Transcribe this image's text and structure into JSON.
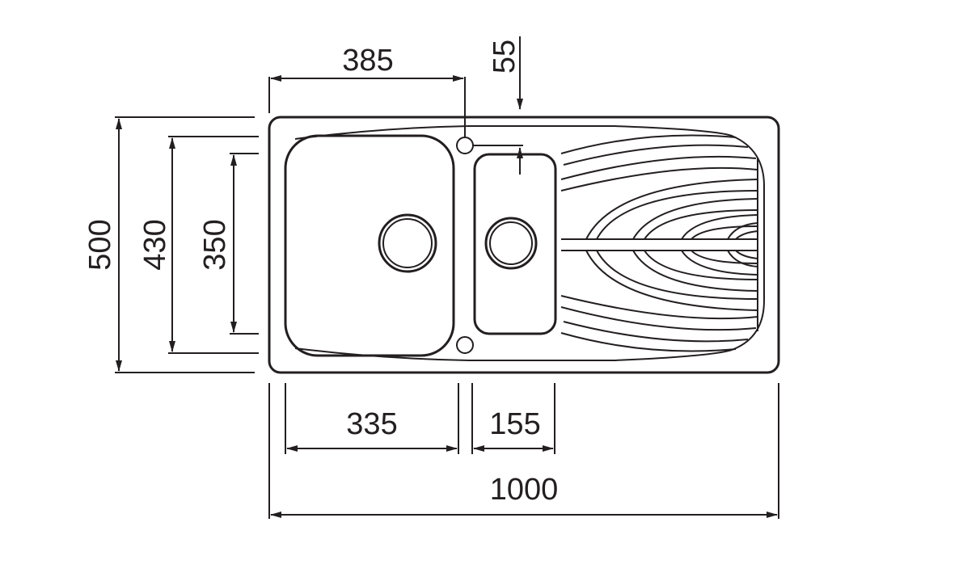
{
  "diagram": {
    "dimensions": {
      "bowl_offset_top": "385",
      "tap_hole_offset": "55",
      "overall_depth": "500",
      "bowl_depth": "430",
      "small_bowl_depth": "350",
      "main_bowl_width": "335",
      "small_bowl_width": "155",
      "overall_width": "1000"
    },
    "colors": {
      "line": "#231f20",
      "background": "#ffffff"
    }
  }
}
